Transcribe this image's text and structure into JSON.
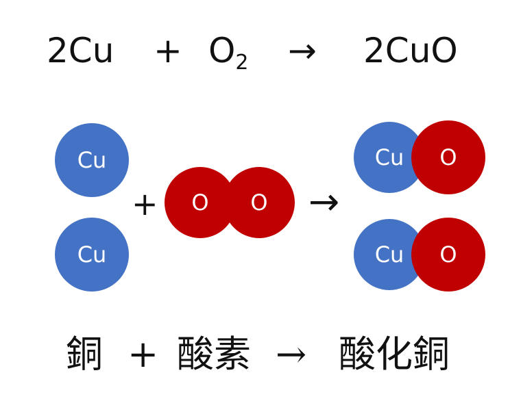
{
  "equation": {
    "reactant1": "2Cu",
    "plus": "+",
    "reactant2_symbol": "O",
    "reactant2_subscript": "2",
    "arrow": "→",
    "product": "2CuO"
  },
  "model": {
    "reactant_atoms": [
      "Cu",
      "Cu"
    ],
    "plus": "+",
    "oxygen_molecule": [
      "O",
      "O"
    ],
    "arrow": "→",
    "products": [
      {
        "cu": "Cu",
        "o": "O"
      },
      {
        "cu": "Cu",
        "o": "O"
      }
    ]
  },
  "word_equation": {
    "reactant1": "銅",
    "plus": "+",
    "reactant2": "酸素",
    "arrow": "→",
    "product": "酸化銅"
  },
  "colors": {
    "copper": "#4472c4",
    "oxygen": "#c00000",
    "text": "#111111"
  }
}
